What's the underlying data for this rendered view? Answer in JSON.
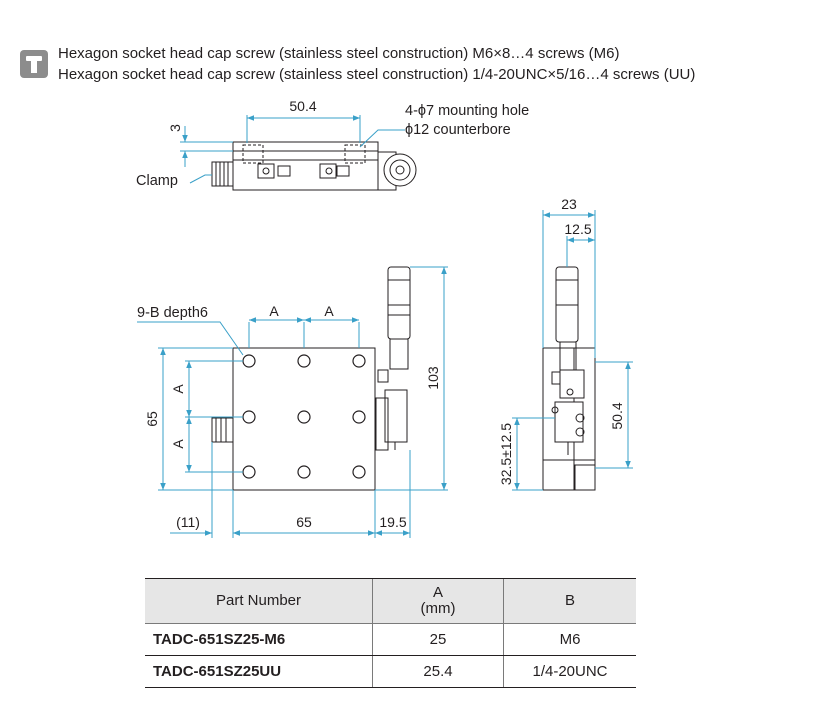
{
  "header": {
    "line1": "Hexagon socket head cap screw (stainless steel construction) M6×8…4 screws (M6)",
    "line2": "Hexagon socket head cap screw (stainless steel construction) 1/4-20UNC×5/16…4 screws (UU)"
  },
  "top_view": {
    "dim_50_4": "50.4",
    "dim_3": "3",
    "mount_hole_label": "4-ϕ7 mounting hole",
    "counterbore_label": "ϕ12 counterbore",
    "clamp_label": "Clamp"
  },
  "front_view": {
    "tap_label": "9-B depth6",
    "dim_A_top_left": "A",
    "dim_A_top_right": "A",
    "dim_A_left_upper": "A",
    "dim_A_left_lower": "A",
    "dim_65_left": "65",
    "dim_103": "103",
    "dim_11": "(11)",
    "dim_65_bottom": "65",
    "dim_19_5": "19.5"
  },
  "side_view": {
    "dim_23": "23",
    "dim_12_5": "12.5",
    "dim_50_4": "50.4",
    "dim_32_5": "32.5±12.5"
  },
  "table": {
    "headers": [
      "Part Number",
      "A",
      "(mm)",
      "B"
    ],
    "rows": [
      {
        "part": "TADC-651SZ25-M6",
        "a": "25",
        "b": "M6"
      },
      {
        "part": "TADC-651SZ25UU",
        "a": "25.4",
        "b": "1/4-20UNC"
      }
    ]
  },
  "colors": {
    "accent": "#3aa0c8",
    "line": "#231f20",
    "header_bg": "#e6e6e6",
    "icon_bg": "#8c8c8c"
  }
}
